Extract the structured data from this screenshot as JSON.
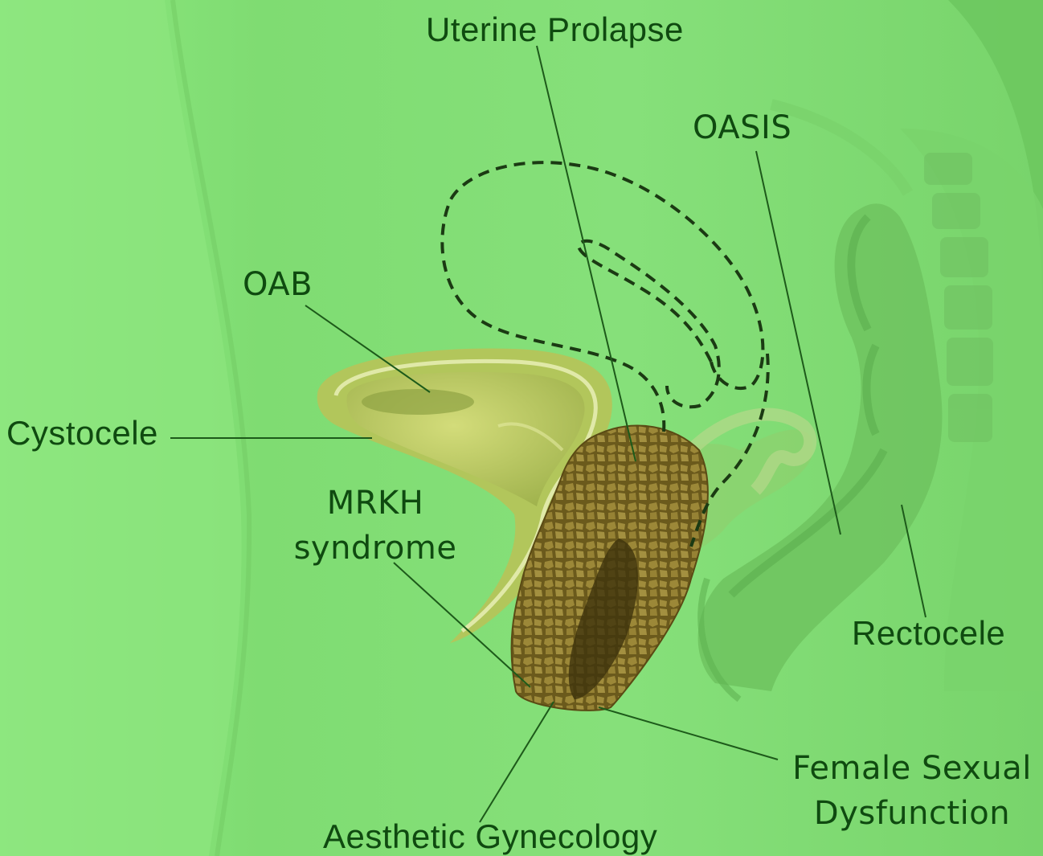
{
  "labels": {
    "uterine_prolapse": "Uterine Prolapse",
    "oasis": "OASIS",
    "oab": "OAB",
    "cystocele": "Cystocele",
    "mrkh_line1": "MRKH",
    "mrkh_line2": "syndrome",
    "rectocele": "Rectocele",
    "fsd_line1": "Female Sexual",
    "fsd_line2": "Dysfunction",
    "aesthetic_gynecology": "Aesthetic Gynecology"
  },
  "colors": {
    "overlay_green": "#86e27a",
    "label_text": "#0f4a10",
    "leader_line": "#1d5a1a",
    "bladder": "#b7c85a",
    "vaginal_texture": "#7c6a25",
    "bowel": "#6fc35f"
  }
}
